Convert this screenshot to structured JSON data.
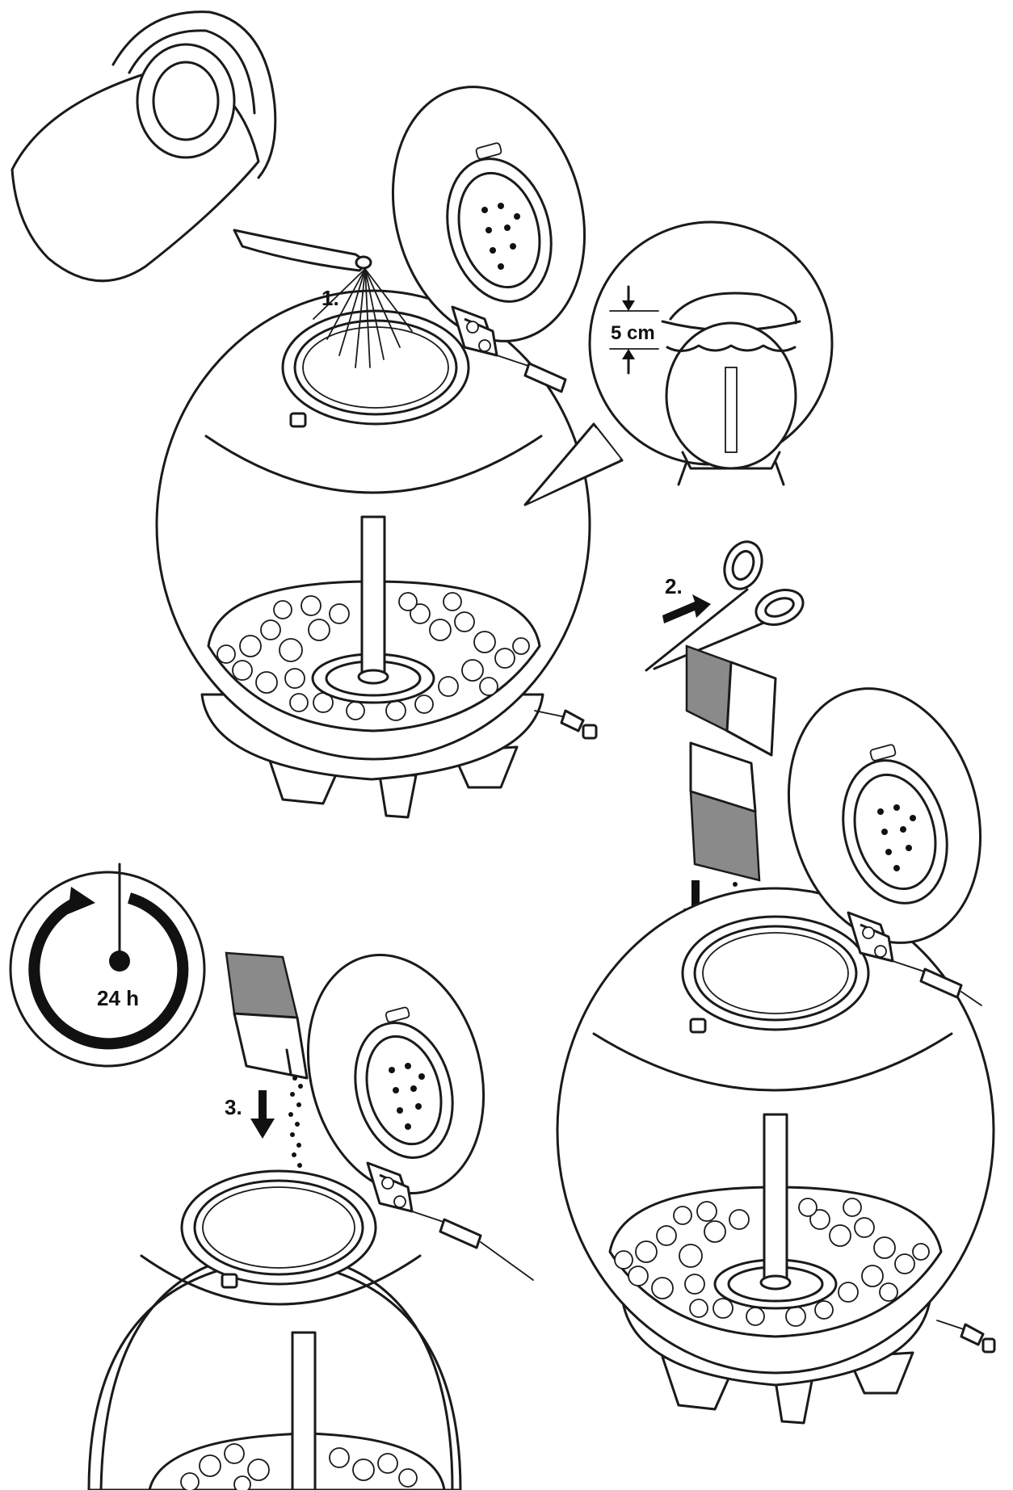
{
  "steps": {
    "step1": {
      "label": "1."
    },
    "step2": {
      "label": "2."
    },
    "step3": {
      "label": "3."
    }
  },
  "inset": {
    "measurement": "5 cm"
  },
  "timer": {
    "label": "24 h"
  },
  "icons": [
    "watering-can-icon",
    "scissors-icon",
    "bacteria-packet-icon",
    "clock-timer-icon",
    "arrow-icon"
  ],
  "colors": {
    "line": "#1a1a1a",
    "packet_fill": "#8a8a8a",
    "background": "#ffffff"
  }
}
